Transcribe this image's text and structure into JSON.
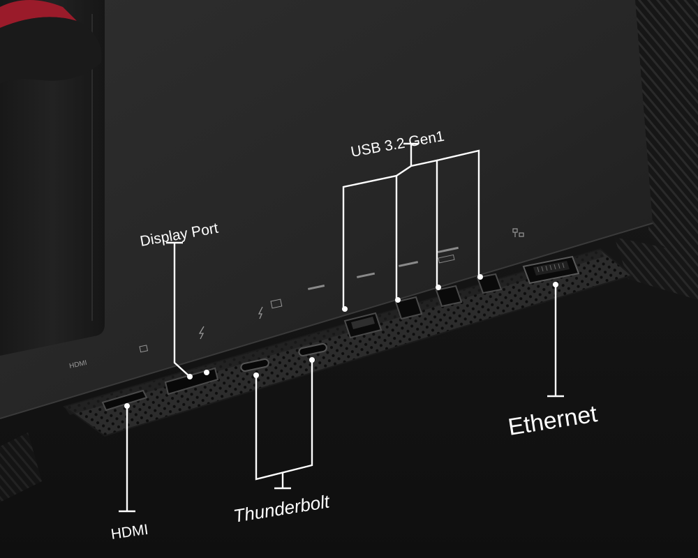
{
  "labels": {
    "display_port": "Display Port",
    "usb": "USB 3.2 Gen1",
    "hdmi": "HDMI",
    "thunderbolt": "Thunderbolt",
    "ethernet": "Ethernet"
  },
  "printed_markings": {
    "hdmi": "HDMI"
  }
}
